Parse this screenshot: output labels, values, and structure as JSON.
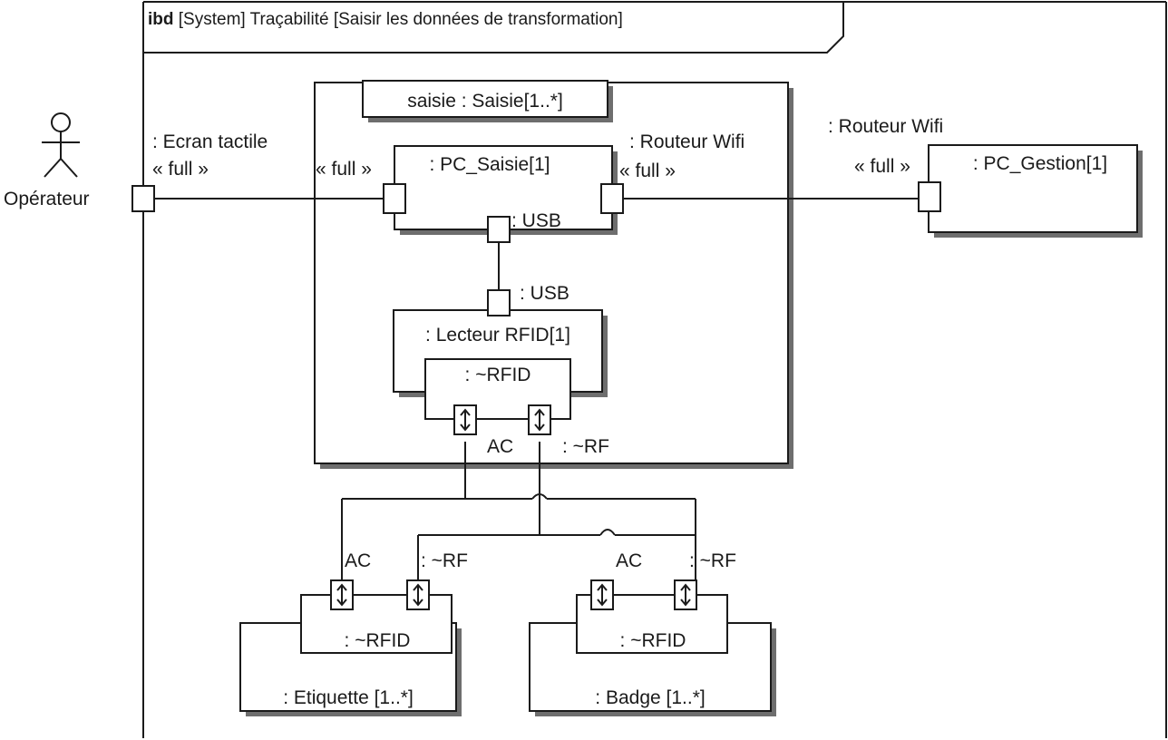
{
  "frame": {
    "keyword": "ibd",
    "title": "[System] Traçabilité [Saisir les données de transformation]"
  },
  "actor": {
    "name": "Opérateur"
  },
  "port_labels": {
    "ecran": ": Ecran tactile",
    "full": "« full »",
    "routeur_wifi": ": Routeur Wifi",
    "usb": ": USB",
    "ac": "AC",
    "rf": ": ~RF"
  },
  "parts": {
    "saisie_container": "saisie : Saisie[1..*]",
    "pc_saisie": ": PC_Saisie[1]",
    "pc_gestion": ": PC_Gestion[1]",
    "lecteur_rfid": ": Lecteur RFID[1]",
    "rfid": ": ~RFID",
    "etiquette": ": Etiquette [1..*]",
    "badge": ": Badge [1..*]"
  }
}
